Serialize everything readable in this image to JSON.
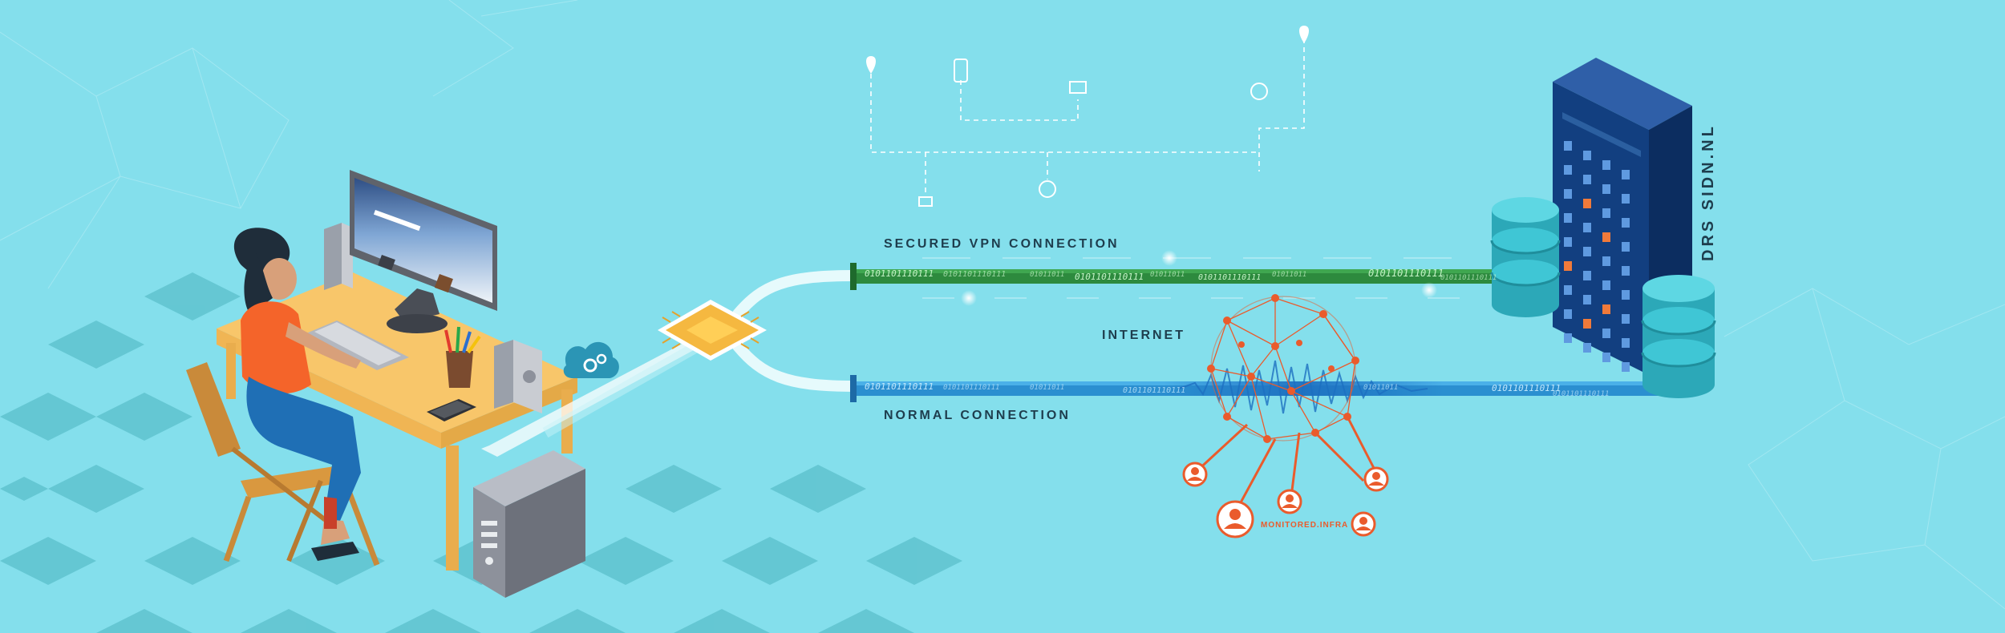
{
  "labels": {
    "vpn": "SECURED VPN CONNECTION",
    "internet": "INTERNET",
    "normal": "NORMAL CONNECTION",
    "domain": "DRS SIDN.NL",
    "monitored": "MONITORED.INFRA"
  },
  "binary": {
    "vpn": [
      "0101101110111",
      "0101101110111",
      "01011011",
      "0101101110111",
      "01011011",
      "0101101110111",
      "01011011",
      "0101101110111",
      "0101101110111"
    ],
    "normal": [
      "0101101110111",
      "0101101110111",
      "01011011",
      "0101101110111",
      "01011011",
      "0101101110111",
      "0101101110111"
    ]
  },
  "colors": {
    "background": "#84dfec",
    "vpn_pipe": "#2d8a3e",
    "normal_pipe": "#2b8fd0",
    "network": "#ea5b2c",
    "building": "#123f80",
    "database": "#3fc6d5",
    "chip": "#f5b840"
  },
  "icons": [
    "location-pin-icon",
    "phone-icon",
    "mail-icon",
    "globe-icon",
    "cloud-gear-icon",
    "spy-icon"
  ]
}
